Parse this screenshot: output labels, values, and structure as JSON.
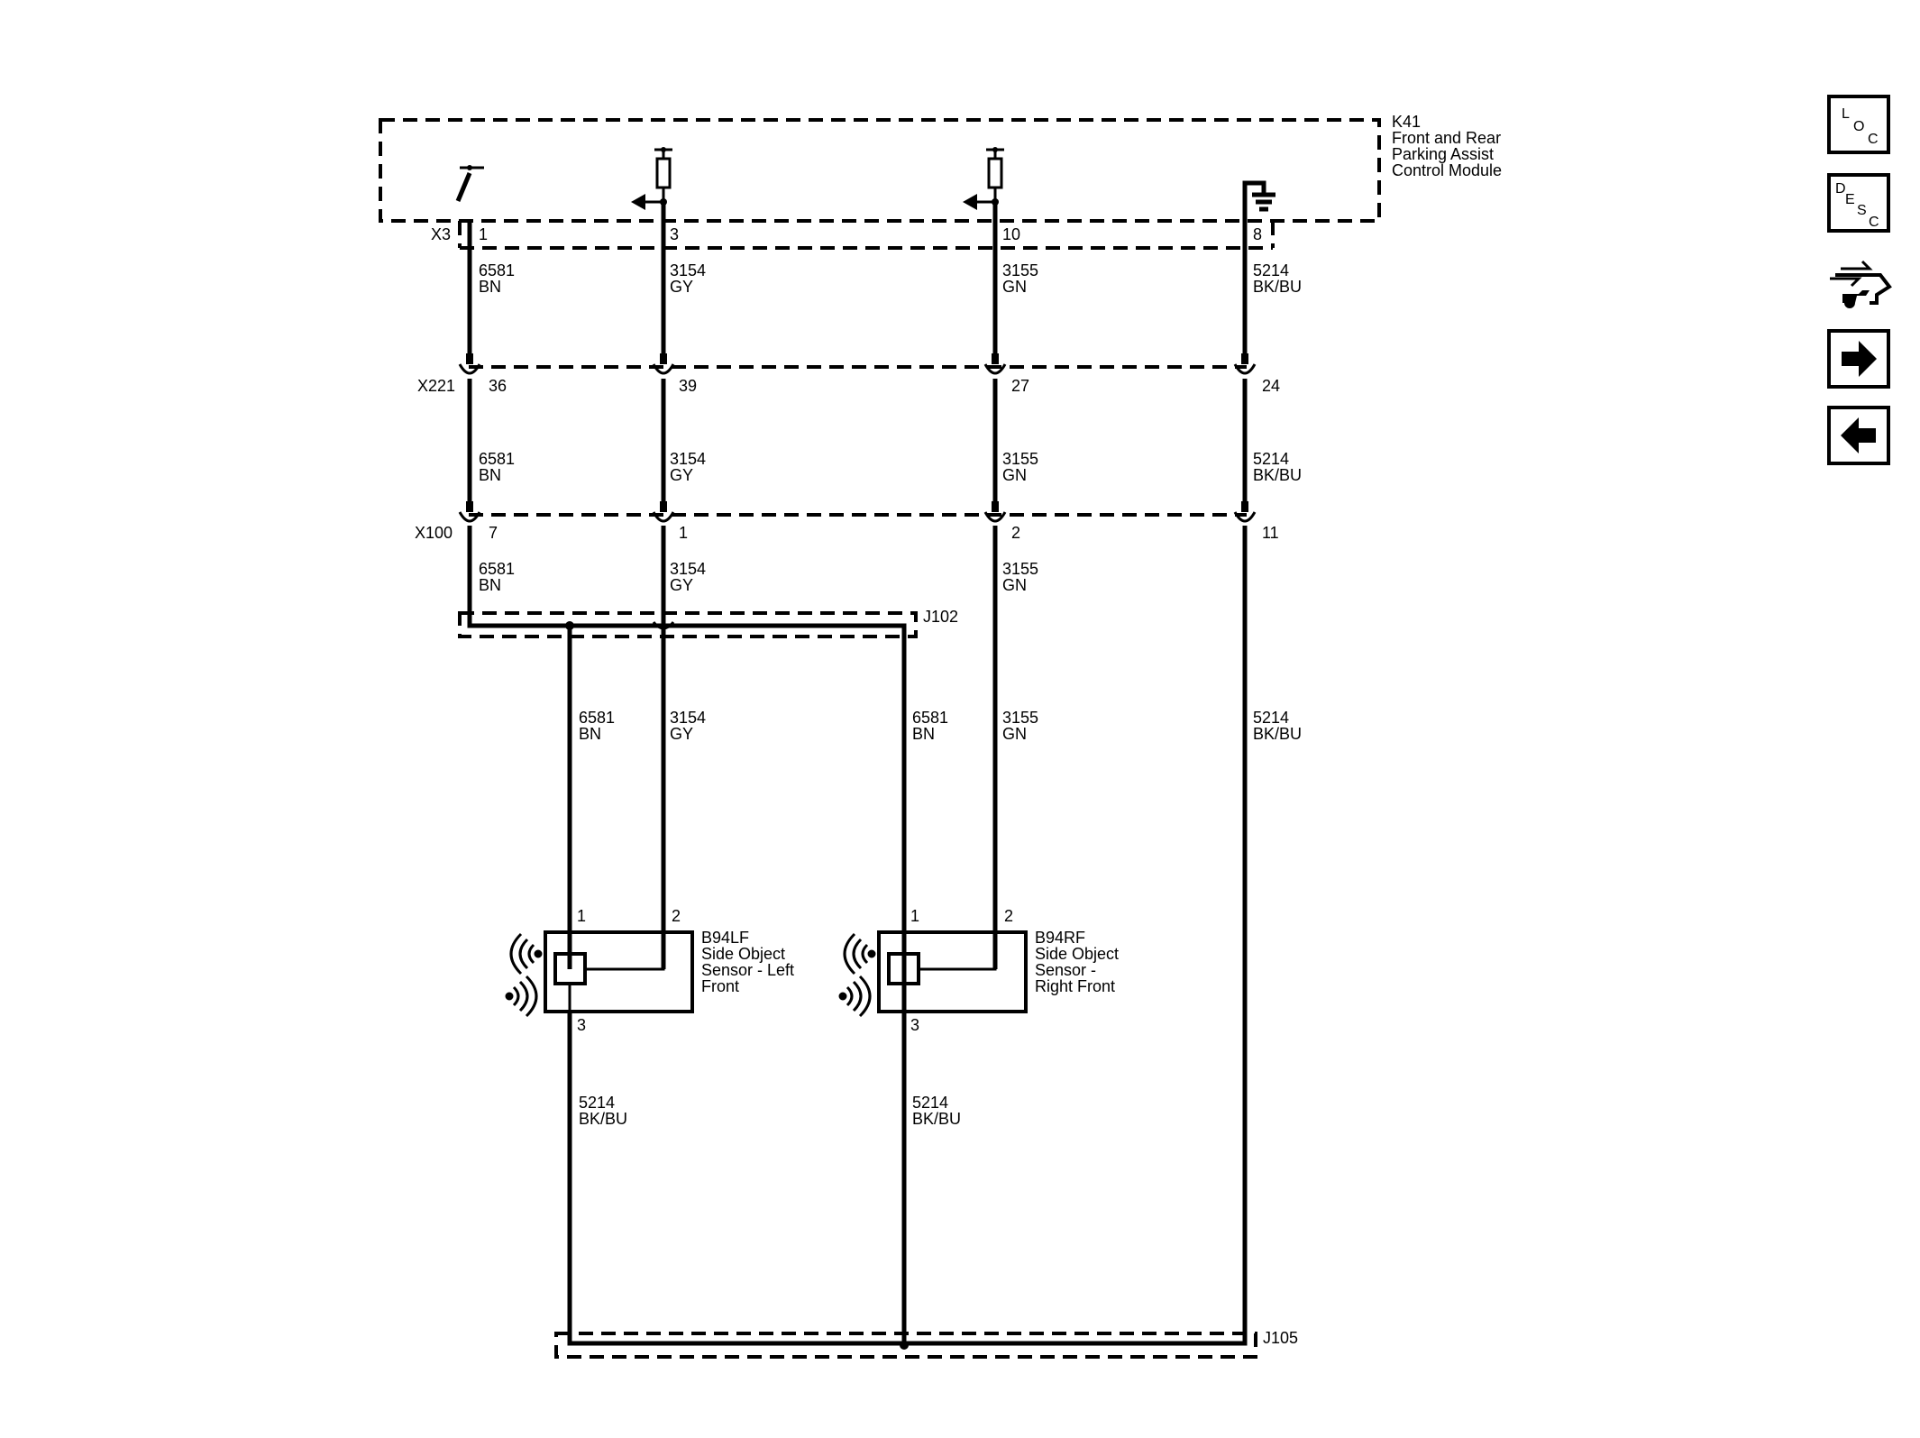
{
  "module": {
    "id": "K41",
    "name_lines": [
      "Front and Rear",
      "Parking Assist",
      "Control Module"
    ]
  },
  "connectors": {
    "x3": "X3",
    "x221": "X221",
    "x100": "X100"
  },
  "splices": {
    "j102": "J102",
    "j105": "J105"
  },
  "circuits": [
    {
      "key": "c1",
      "pin_x3": "1",
      "pin_x221": "36",
      "pin_x100": "7",
      "num": "6581",
      "color": "BN"
    },
    {
      "key": "c2",
      "pin_x3": "3",
      "pin_x221": "39",
      "pin_x100": "1",
      "num": "3154",
      "color": "GY"
    },
    {
      "key": "c3",
      "pin_x3": "10",
      "pin_x221": "27",
      "pin_x100": "2",
      "num": "3155",
      "color": "GN"
    },
    {
      "key": "c4",
      "pin_x3": "8",
      "pin_x221": "24",
      "pin_x100": "11",
      "num": "5214",
      "color": "BK/BU"
    }
  ],
  "sensors": [
    {
      "id": "B94LF",
      "name_lines": [
        "Side Object",
        "Sensor - Left",
        "Front"
      ],
      "pin1": "1",
      "pin2": "2",
      "pin3": "3",
      "wire1": {
        "num": "6581",
        "color": "BN"
      },
      "wire2": {
        "num": "3154",
        "color": "GY"
      },
      "wire3": {
        "num": "5214",
        "color": "BK/BU"
      }
    },
    {
      "id": "B94RF",
      "name_lines": [
        "Side Object",
        "Sensor -",
        "Right Front"
      ],
      "pin1": "1",
      "pin2": "2",
      "pin3": "3",
      "wire1": {
        "num": "6581",
        "color": "BN"
      },
      "wire2": {
        "num": "3155",
        "color": "GN"
      },
      "wire3": {
        "num": "5214",
        "color": "BK/BU"
      }
    }
  ],
  "ground_wire": {
    "num": "5214",
    "color": "BK/BU"
  },
  "nav": {
    "loc": [
      "L",
      "O",
      "C"
    ],
    "desc": [
      "D",
      "E",
      "S",
      "C"
    ],
    "connector_icon": "connector-end-view-icon",
    "next_icon": "arrow-right-icon",
    "prev_icon": "arrow-left-icon"
  },
  "colors": {
    "ink": "#000000",
    "background": "#ffffff"
  }
}
